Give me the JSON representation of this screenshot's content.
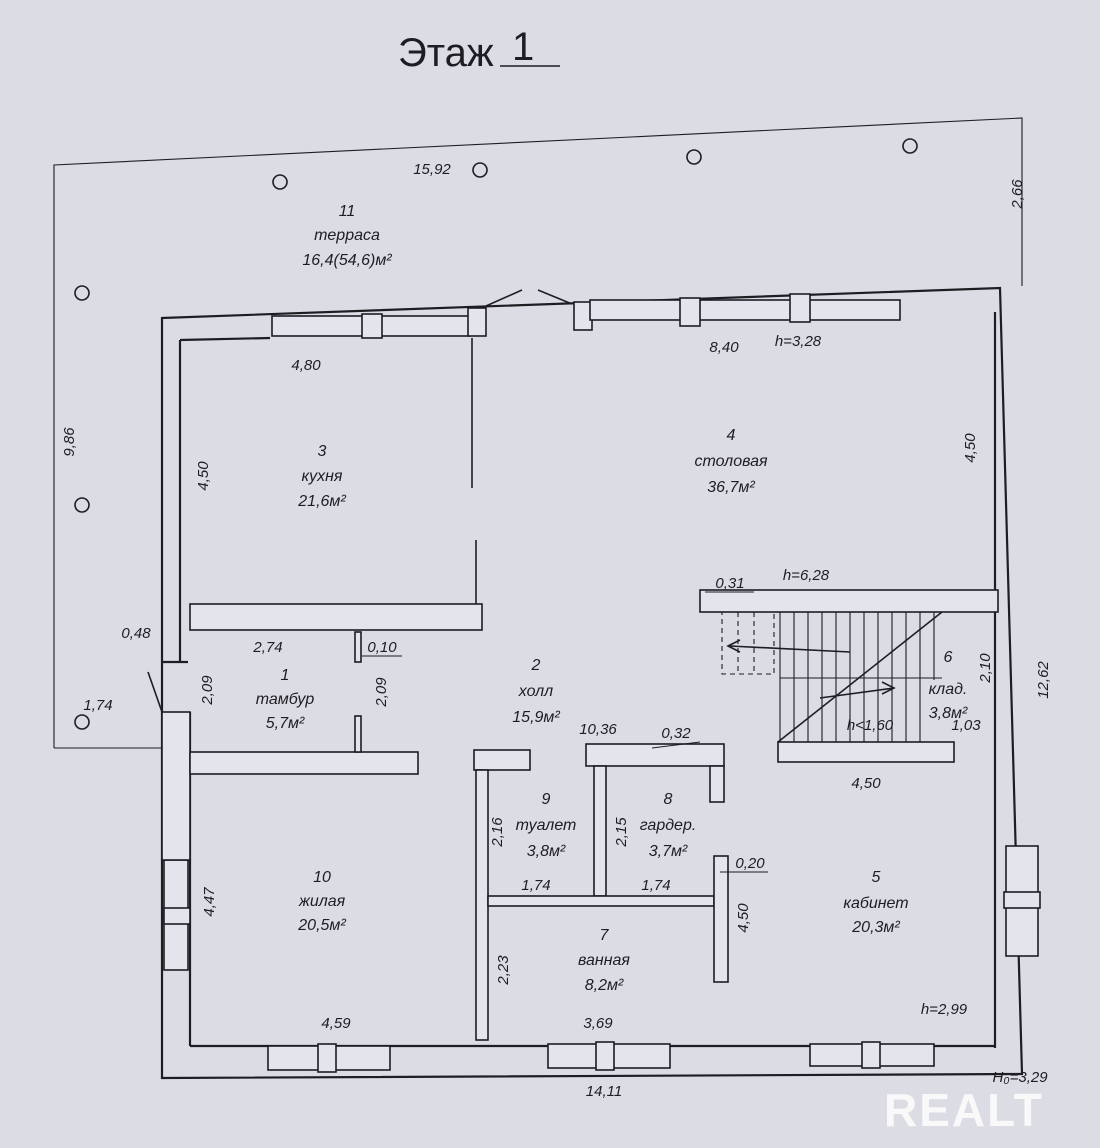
{
  "title": {
    "label": "Этаж",
    "value": "1"
  },
  "rooms": [
    {
      "id": "1",
      "no": "1",
      "name": "тамбур",
      "area": "5,7м²"
    },
    {
      "id": "2",
      "no": "2",
      "name": "холл",
      "area": "15,9м²"
    },
    {
      "id": "3",
      "no": "3",
      "name": "кухня",
      "area": "21,6м²"
    },
    {
      "id": "4",
      "no": "4",
      "name": "столовая",
      "area": "36,7м²"
    },
    {
      "id": "5",
      "no": "5",
      "name": "кабинет",
      "area": "20,3м²"
    },
    {
      "id": "6",
      "no": "6",
      "name": "клад.",
      "area": "3,8м²"
    },
    {
      "id": "7",
      "no": "7",
      "name": "ванная",
      "area": "8,2м²"
    },
    {
      "id": "8",
      "no": "8",
      "name": "гардер.",
      "area": "3,7м²"
    },
    {
      "id": "9",
      "no": "9",
      "name": "туалет",
      "area": "3,8м²"
    },
    {
      "id": "10",
      "no": "10",
      "name": "жилая",
      "area": "20,5м²"
    },
    {
      "id": "11",
      "no": "11",
      "name": "терраса",
      "area": "16,4(54,6)м²"
    }
  ],
  "dimensions": {
    "terrace_length": "15,92",
    "terrace_depth": "2,66",
    "terrace_side": "9,86",
    "porch_width": "1,74",
    "kitchen_width": "4,80",
    "dining_width": "8,40",
    "height_1": "h=3,28",
    "kitchen_depth": "4,50",
    "dining_depth": "4,50",
    "house_depth": "12,62",
    "wall_031": "0,31",
    "height_2": "h=6,28",
    "entry_048": "0,48",
    "tambour_width": "2,74",
    "partition_010": "0,10",
    "tambour_depth_left": "2,09",
    "tambour_depth_right": "2,09",
    "storage_depth": "2,10",
    "storage_height": "h<1,60",
    "storage_width": "1,03",
    "hall_width": "10,36",
    "wall_032": "0,32",
    "office_width": "4,50",
    "toilet_depth": "2,16",
    "wardrobe_depth": "2,15",
    "toilet_width": "1,74",
    "wardrobe_width": "1,74",
    "partition_020": "0,20",
    "office_depth": "4,50",
    "living_depth": "4,47",
    "bath_depth": "2,23",
    "living_width": "4,59",
    "bath_width": "3,69",
    "height_3": "h=2,99",
    "house_length": "14,11",
    "total_height": "Н₀=3,29"
  },
  "watermark": "REALT"
}
